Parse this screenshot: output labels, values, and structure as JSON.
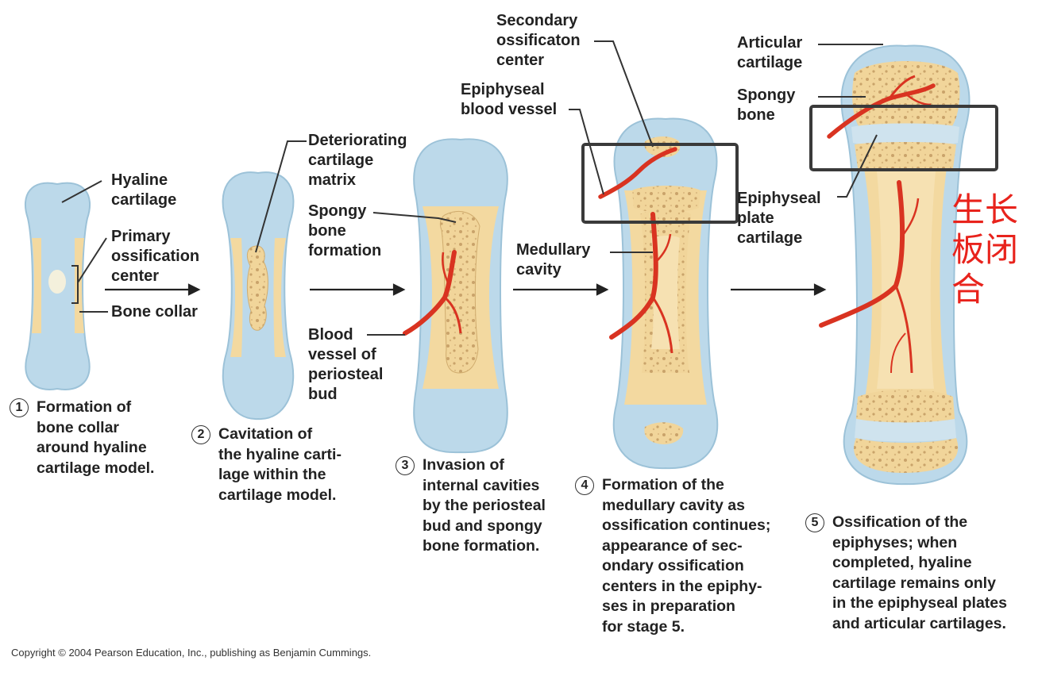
{
  "labels": {
    "hyaline_cartilage": "Hyaline\ncartilage",
    "primary_ossification_center": "Primary\nossification\ncenter",
    "bone_collar": "Bone collar",
    "deteriorating_cartilage_matrix": "Deteriorating\ncartilage\nmatrix",
    "spongy_bone_formation": "Spongy\nbone\nformation",
    "blood_vessel_periosteal_bud": "Blood\nvessel of\nperiosteal\nbud",
    "medullary_cavity": "Medullary\ncavity",
    "secondary_ossification_center": "Secondary\nossificaton\ncenter",
    "epiphyseal_blood_vessel": "Epiphyseal\nblood vessel",
    "articular_cartilage": "Articular\ncartilage",
    "spongy_bone": "Spongy\nbone",
    "epiphyseal_plate_cartilage": "Epiphyseal\nplate\ncartilage"
  },
  "stages": [
    {
      "number": "1",
      "caption": "Formation of\nbone collar\naround hyaline\ncartilage model."
    },
    {
      "number": "2",
      "caption": "Cavitation of\nthe hyaline carti-\nlage within the\ncartilage model."
    },
    {
      "number": "3",
      "caption": "Invasion of\ninternal cavities\nby the periosteal\nbud and spongy\nbone formation."
    },
    {
      "number": "4",
      "caption": "Formation of the\nmedullary cavity as\nossification continues;\nappearance of sec-\nondary ossification\ncenters in the epiphy-\nses in preparation\nfor stage 5."
    },
    {
      "number": "5",
      "caption": "Ossification of the\nepiphyses; when\ncompleted, hyaline\ncartilage remains only\nin the epiphyseal plates\nand articular cartilages."
    }
  ],
  "annotation_cn": "生长\n板闭\n合",
  "copyright": "Copyright © 2004 Pearson Education, Inc., publishing as Benjamin Cummings.",
  "colors": {
    "cartilage": "#bcd9ea",
    "bone": "#f3d9a0",
    "spongy": "#eed08e",
    "vessel": "#d93321",
    "highlight_box": "#3a3a3a",
    "annotation": "#e8231c"
  }
}
